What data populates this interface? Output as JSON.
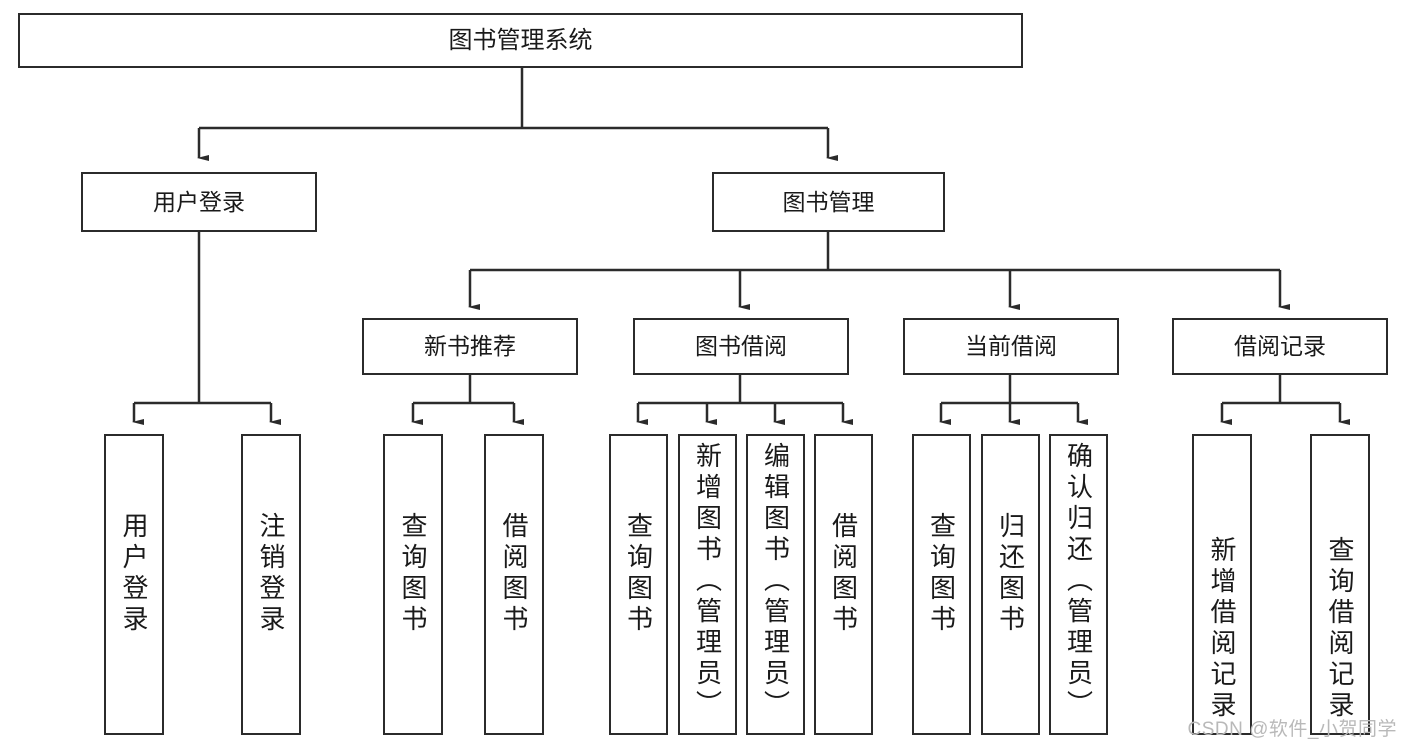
{
  "diagram": {
    "title": "图书管理系统",
    "type": "hierarchy-tree",
    "root": {
      "label": "图书管理系统"
    },
    "level2": [
      {
        "label": "用户登录"
      },
      {
        "label": "图书管理"
      }
    ],
    "level3": [
      {
        "label": "新书推荐"
      },
      {
        "label": "图书借阅"
      },
      {
        "label": "当前借阅"
      },
      {
        "label": "借阅记录"
      }
    ],
    "leaves": {
      "user_login": [
        {
          "label": "用户登录"
        },
        {
          "label": "注销登录"
        }
      ],
      "new_book_recommend": [
        {
          "label": "查询图书"
        },
        {
          "label": "借阅图书"
        }
      ],
      "book_borrow": [
        {
          "label": "查询图书"
        },
        {
          "label": "新增图书（管理员）"
        },
        {
          "label": "编辑图书（管理员）"
        },
        {
          "label": "借阅图书"
        }
      ],
      "current_borrow": [
        {
          "label": "查询图书"
        },
        {
          "label": "归还图书"
        },
        {
          "label": "确认归还（管理员）"
        }
      ],
      "borrow_record": [
        {
          "label": "新增借阅记录"
        },
        {
          "label": "查询借阅记录"
        }
      ]
    }
  },
  "watermark": {
    "text": "CSDN @软件_小贺同学"
  },
  "colors": {
    "stroke": "#2b2b2b",
    "background": "#ffffff",
    "text": "#1a1a1a",
    "watermark": "#b9b9b9"
  }
}
